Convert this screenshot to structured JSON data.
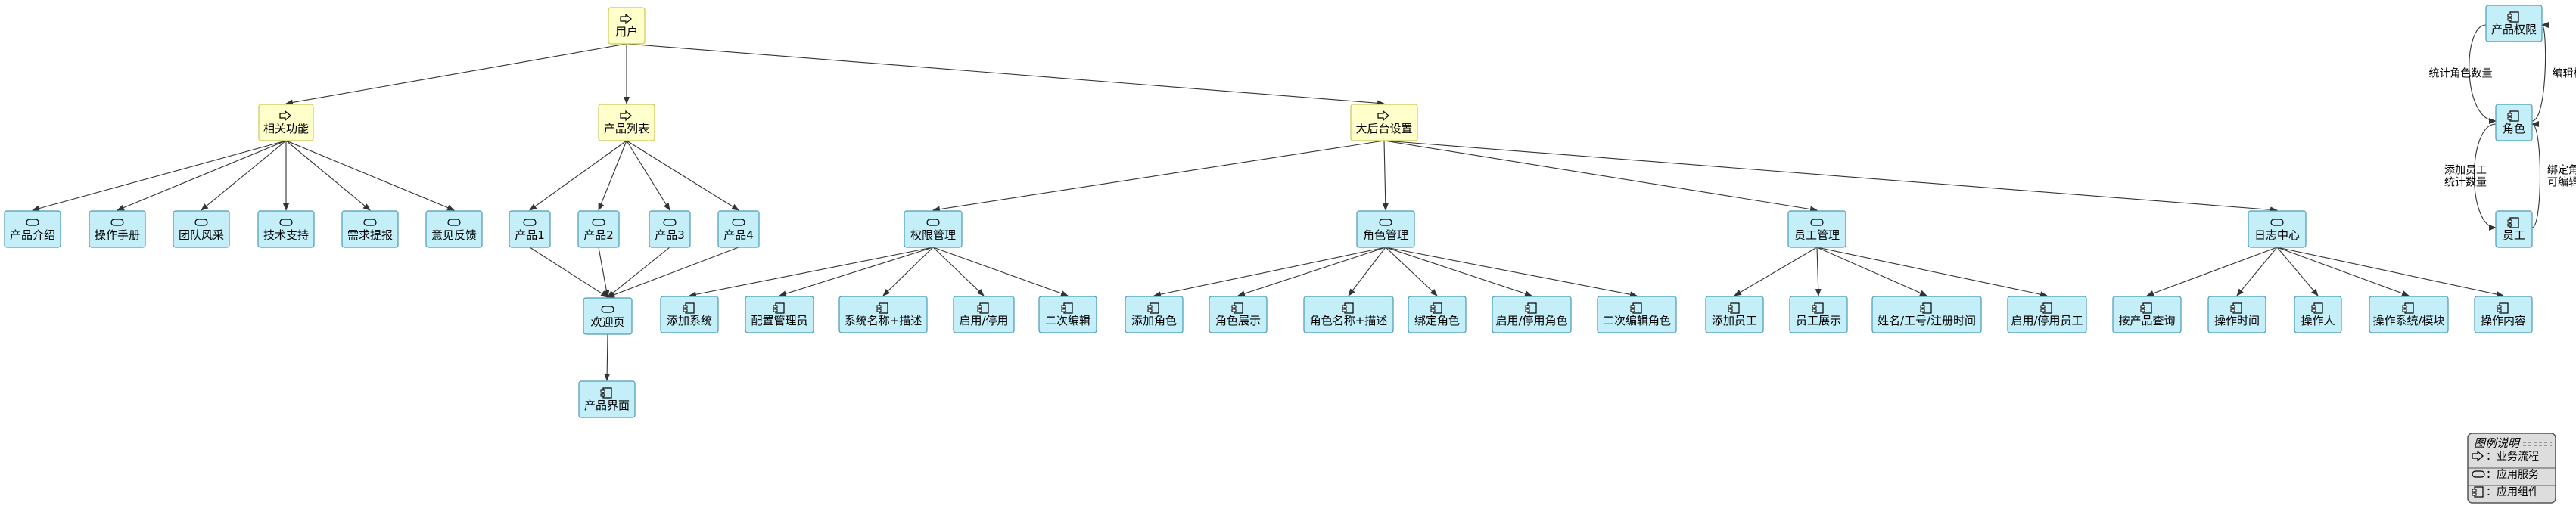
{
  "nodes": {
    "user": {
      "label": "用户",
      "kind": "process"
    },
    "related": {
      "label": "相关功能",
      "kind": "process"
    },
    "product_list": {
      "label": "产品列表",
      "kind": "process"
    },
    "backend": {
      "label": "大后台设置",
      "kind": "process"
    },
    "intro": {
      "label": "产品介绍",
      "kind": "service"
    },
    "manual": {
      "label": "操作手册",
      "kind": "service"
    },
    "team": {
      "label": "团队风采",
      "kind": "service"
    },
    "support": {
      "label": "技术支持",
      "kind": "service"
    },
    "demand": {
      "label": "需求提报",
      "kind": "service"
    },
    "feedback": {
      "label": "意见反馈",
      "kind": "service"
    },
    "p1": {
      "label": "产品1",
      "kind": "service"
    },
    "p2": {
      "label": "产品2",
      "kind": "service"
    },
    "p3": {
      "label": "产品3",
      "kind": "service"
    },
    "p4": {
      "label": "产品4",
      "kind": "service"
    },
    "welcome": {
      "label": "欢迎页",
      "kind": "service"
    },
    "product_ui": {
      "label": "产品界面",
      "kind": "component"
    },
    "perm_mgmt": {
      "label": "权限管理",
      "kind": "service"
    },
    "role_mgmt": {
      "label": "角色管理",
      "kind": "service"
    },
    "staff_mgmt": {
      "label": "员工管理",
      "kind": "service"
    },
    "log_center": {
      "label": "日志中心",
      "kind": "service"
    },
    "add_sys": {
      "label": "添加系统",
      "kind": "component"
    },
    "cfg_admin": {
      "label": "配置管理员",
      "kind": "component"
    },
    "sys_name": {
      "label": "系统名称+描述",
      "kind": "component"
    },
    "enable1": {
      "label": "启用/停用",
      "kind": "component"
    },
    "edit2": {
      "label": "二次编辑",
      "kind": "component"
    },
    "add_role": {
      "label": "添加角色",
      "kind": "component"
    },
    "role_show": {
      "label": "角色展示",
      "kind": "component"
    },
    "role_name": {
      "label": "角色名称+描述",
      "kind": "component"
    },
    "bind_role": {
      "label": "绑定角色",
      "kind": "component"
    },
    "enable_role": {
      "label": "启用/停用角色",
      "kind": "component"
    },
    "edit_role": {
      "label": "二次编辑角色",
      "kind": "component"
    },
    "add_staff": {
      "label": "添加员工",
      "kind": "component"
    },
    "staff_show": {
      "label": "员工展示",
      "kind": "component"
    },
    "staff_info": {
      "label": "姓名/工号/注册时间",
      "kind": "component"
    },
    "enable_staff": {
      "label": "启用/停用员工",
      "kind": "component"
    },
    "by_product": {
      "label": "按产品查询",
      "kind": "component"
    },
    "op_time": {
      "label": "操作时间",
      "kind": "component"
    },
    "operator": {
      "label": "操作人",
      "kind": "component"
    },
    "op_sys": {
      "label": "操作系统/模块",
      "kind": "component"
    },
    "op_content": {
      "label": "操作内容",
      "kind": "component"
    },
    "prod_perm": {
      "label": "产品权限",
      "kind": "component"
    },
    "role": {
      "label": "角色",
      "kind": "component"
    },
    "staff": {
      "label": "员工",
      "kind": "component"
    }
  },
  "edges": [
    {
      "from": "user",
      "to": "related"
    },
    {
      "from": "user",
      "to": "product_list"
    },
    {
      "from": "user",
      "to": "backend"
    },
    {
      "from": "related",
      "to": "intro"
    },
    {
      "from": "related",
      "to": "manual"
    },
    {
      "from": "related",
      "to": "team"
    },
    {
      "from": "related",
      "to": "support"
    },
    {
      "from": "related",
      "to": "demand"
    },
    {
      "from": "related",
      "to": "feedback"
    },
    {
      "from": "product_list",
      "to": "p1"
    },
    {
      "from": "product_list",
      "to": "p2"
    },
    {
      "from": "product_list",
      "to": "p3"
    },
    {
      "from": "product_list",
      "to": "p4"
    },
    {
      "from": "p1",
      "to": "welcome"
    },
    {
      "from": "p2",
      "to": "welcome"
    },
    {
      "from": "p3",
      "to": "welcome"
    },
    {
      "from": "p4",
      "to": "welcome"
    },
    {
      "from": "welcome",
      "to": "product_ui"
    },
    {
      "from": "backend",
      "to": "perm_mgmt"
    },
    {
      "from": "backend",
      "to": "role_mgmt"
    },
    {
      "from": "backend",
      "to": "staff_mgmt"
    },
    {
      "from": "backend",
      "to": "log_center"
    },
    {
      "from": "perm_mgmt",
      "to": "add_sys"
    },
    {
      "from": "perm_mgmt",
      "to": "cfg_admin"
    },
    {
      "from": "perm_mgmt",
      "to": "sys_name"
    },
    {
      "from": "perm_mgmt",
      "to": "enable1"
    },
    {
      "from": "perm_mgmt",
      "to": "edit2"
    },
    {
      "from": "role_mgmt",
      "to": "add_role"
    },
    {
      "from": "role_mgmt",
      "to": "role_show"
    },
    {
      "from": "role_mgmt",
      "to": "role_name"
    },
    {
      "from": "role_mgmt",
      "to": "bind_role"
    },
    {
      "from": "role_mgmt",
      "to": "enable_role"
    },
    {
      "from": "role_mgmt",
      "to": "edit_role"
    },
    {
      "from": "staff_mgmt",
      "to": "add_staff"
    },
    {
      "from": "staff_mgmt",
      "to": "staff_show"
    },
    {
      "from": "staff_mgmt",
      "to": "staff_info"
    },
    {
      "from": "staff_mgmt",
      "to": "enable_staff"
    },
    {
      "from": "log_center",
      "to": "by_product"
    },
    {
      "from": "log_center",
      "to": "op_time"
    },
    {
      "from": "log_center",
      "to": "operator"
    },
    {
      "from": "log_center",
      "to": "op_sys"
    },
    {
      "from": "log_center",
      "to": "op_content"
    }
  ],
  "relations": [
    {
      "from": "prod_perm",
      "to": "role",
      "label": [
        "统计角色数量"
      ],
      "side": "left"
    },
    {
      "from": "role",
      "to": "prod_perm",
      "label": [
        "编辑权限"
      ],
      "side": "right"
    },
    {
      "from": "role",
      "to": "staff",
      "label": [
        "添加员工",
        "统计数量"
      ],
      "side": "left"
    },
    {
      "from": "staff",
      "to": "role",
      "label": [
        "绑定角色",
        "可编辑"
      ],
      "side": "right"
    }
  ],
  "legend": {
    "title": "图例说明",
    "items": [
      {
        "kind": "process",
        "text": "：业务流程"
      },
      {
        "kind": "service",
        "text": "：应用服务"
      },
      {
        "kind": "component",
        "text": "：应用组件"
      }
    ]
  },
  "colors": {
    "process_fill": "#ffffcc",
    "process_stroke": "#c8c85a",
    "service_fill": "#c4eef8",
    "service_stroke": "#4a9ab5",
    "edge": "#333333"
  }
}
